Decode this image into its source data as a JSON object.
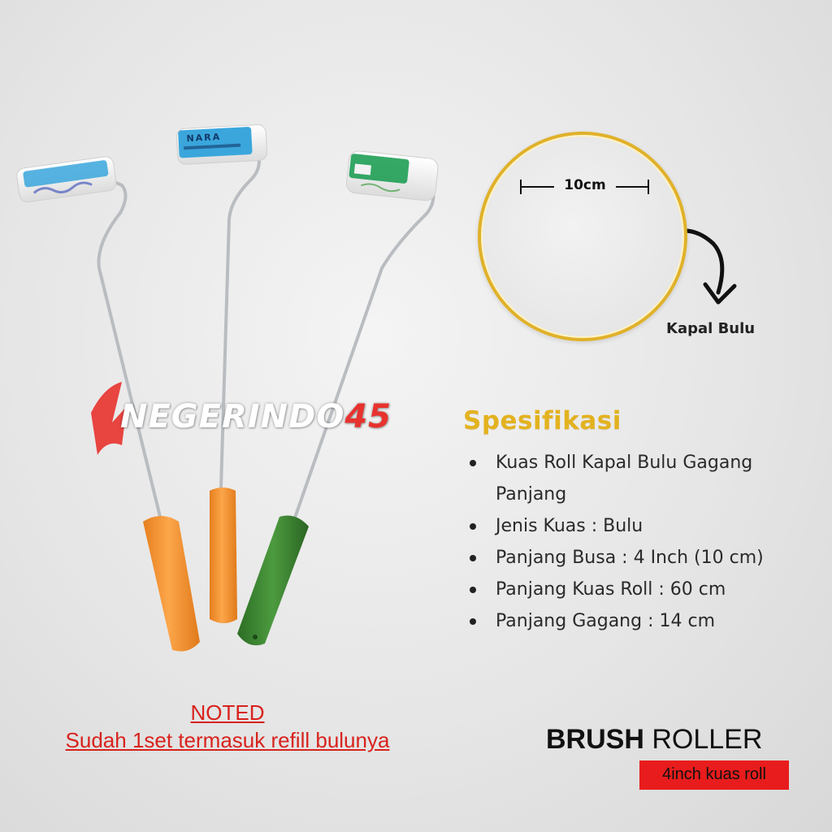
{
  "watermark": {
    "text": "NEGERINDO",
    "number": "45"
  },
  "zoom": {
    "dimension": "10cm",
    "callout": "Kapal Bulu"
  },
  "specs": {
    "title": "Spesifikasi",
    "items": [
      "Kuas Roll Kapal Bulu Gagang Panjang",
      "Jenis Kuas : Bulu",
      "Panjang Busa : 4 Inch (10 cm)",
      "Panjang Kuas Roll : 60 cm",
      "Panjang Gagang : 14 cm"
    ]
  },
  "noted": {
    "line1": "NOTED",
    "line2": "Sudah 1set termasuk refill bulunya"
  },
  "brand": {
    "bold": "BRUSH",
    "regular": "ROLLER",
    "subtitle": "4inch kuas roll"
  },
  "rollers": {
    "labels": [
      "NARA"
    ],
    "colors": {
      "orange_handle": "#f79a3a",
      "green_handle": "#3d8a33",
      "wire": "#b9bcc0",
      "sleeve_blue": "#3aa6dc",
      "sleeve_green": "#1f9e55",
      "accent_gold": "#e3b21f",
      "accent_red": "#e81c1c"
    }
  }
}
